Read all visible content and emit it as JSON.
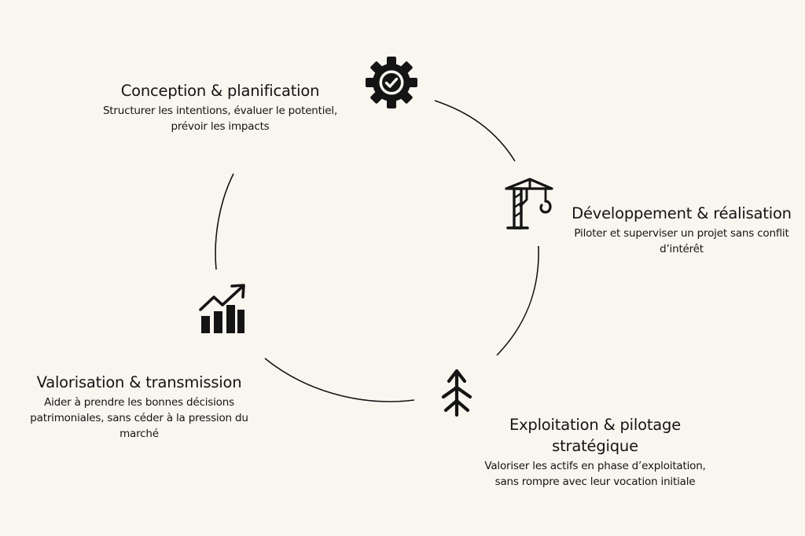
{
  "diagram": {
    "type": "cycle",
    "stages": [
      {
        "id": "conception",
        "title": "Conception & planification",
        "description": [
          "Structurer les intentions, évaluer le potentiel,",
          "prévoir les impacts"
        ],
        "icon": "gear-check-icon"
      },
      {
        "id": "developpement",
        "title": "Développement & réalisation",
        "description": [
          "Piloter et superviser un projet sans conflit",
          "d’intérêt"
        ],
        "icon": "crane-icon"
      },
      {
        "id": "exploitation",
        "title": [
          "Exploitation & pilotage",
          "stratégique"
        ],
        "description": [
          "Valoriser les actifs en phase d’exploitation,",
          "sans rompre avec leur vocation initiale"
        ],
        "icon": "plant-sprout-icon"
      },
      {
        "id": "valorisation",
        "title": "Valorisation & transmission",
        "description": [
          "Aider à prendre les bonnes décisions",
          "patrimoniales, sans céder à la pression du",
          "marché"
        ],
        "icon": "growth-chart-icon"
      }
    ]
  },
  "colors": {
    "background": "#f9f6f0",
    "ink": "#141414"
  }
}
